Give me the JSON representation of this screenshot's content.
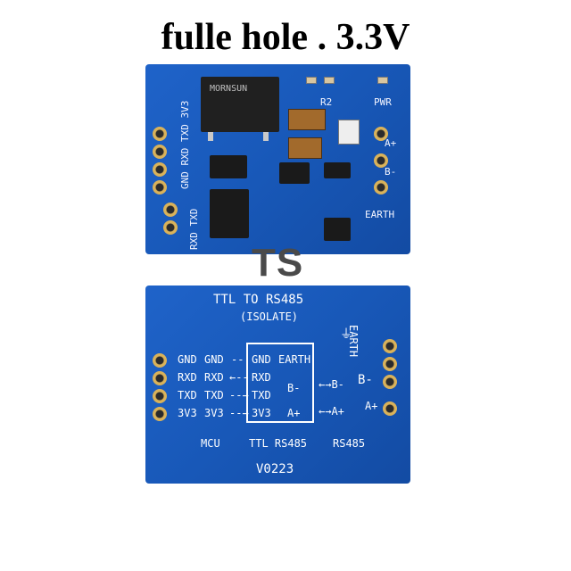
{
  "title": "fulle hole . 3.3V",
  "watermark": "TS",
  "board_top": {
    "module_marking": "MORNSUN",
    "r2": "R2",
    "pwr": "PWR",
    "labels_left": [
      "GND",
      "RXD",
      "TXD",
      "3V3"
    ],
    "labels_left2": [
      "RXD",
      "TXD"
    ],
    "labels_right": [
      "A+",
      "B-",
      "EARTH"
    ]
  },
  "board_bottom": {
    "heading": "TTL TO RS485",
    "subheading": "(ISOLATE)",
    "left_col": [
      "GND",
      "RXD",
      "TXD",
      "3V3"
    ],
    "mid_col": [
      "GND",
      "RXD",
      "TXD",
      "3V3"
    ],
    "ic_left": [
      "GND",
      "RXD",
      "TXD",
      "3V3"
    ],
    "ic_right": [
      "EARTH",
      "B-",
      "A+"
    ],
    "earth_label": "EARTH",
    "b_label": "B-",
    "bminus_arrow": "←→B-",
    "aplus_arrow": "←→A+",
    "a_label": "A+",
    "footer_mcu": "MCU",
    "footer_ttl": "TTL RS485",
    "footer_rs": "RS485",
    "version": "V0223"
  }
}
